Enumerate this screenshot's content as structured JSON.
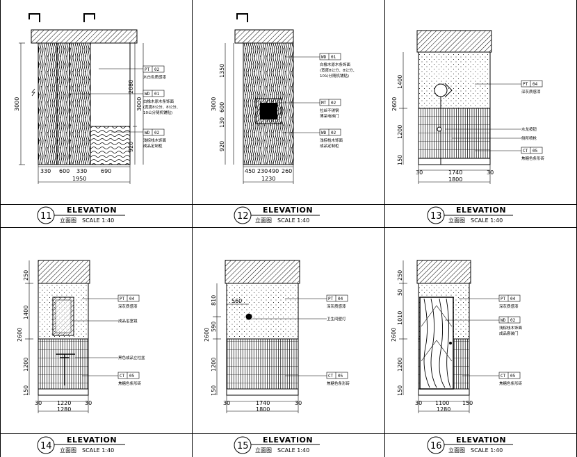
{
  "panels": [
    {
      "title": {
        "number": "11",
        "label": "ELEVATION",
        "sub": "立面图",
        "scale": "SCALE 1:40"
      },
      "height_dims": [
        "3000",
        "2080",
        "3000",
        "920"
      ],
      "width_dims": [
        "330",
        "600",
        "330",
        "690"
      ],
      "total_width": "1950",
      "callouts": [
        {
          "tag": "PT",
          "code": "02",
          "lines": [
            "木白色质感漆"
          ]
        },
        {
          "tag": "WD",
          "code": "01",
          "lines": [
            "白橡木原木条饰面",
            "(宽度8公分、8公分、",
            "10公分随机铺贴)"
          ]
        },
        {
          "tag": "WD",
          "code": "02",
          "lines": [
            "浅棕栈木饰面",
            "成品定制柜"
          ]
        }
      ]
    },
    {
      "title": {
        "number": "12",
        "label": "ELEVATION",
        "sub": "立面图",
        "scale": "SCALE 1:40"
      },
      "height_dims": [
        "1350",
        "3000",
        "600",
        "130",
        "920"
      ],
      "width_dims": [
        "450",
        "230",
        "490",
        "260"
      ],
      "total_width": "1230",
      "callouts": [
        {
          "tag": "WD",
          "code": "01",
          "lines": [
            "白橡木原木条饰面",
            "(宽度8公分、8公分、",
            "10公分随机铺贴)"
          ]
        },
        {
          "tag": "MT",
          "code": "02",
          "lines": [
            "拉丝不锈钢",
            "博采电梯门"
          ]
        },
        {
          "tag": "WD",
          "code": "02",
          "lines": [
            "浅棕栈木饰面",
            "成品定制柜"
          ]
        }
      ]
    },
    {
      "title": {
        "number": "13",
        "label": "ELEVATION",
        "sub": "立面图",
        "scale": "SCALE 1:40"
      },
      "height_dims": [
        "1400",
        "2600",
        "1200",
        "150"
      ],
      "width_dims": [
        "30",
        "1740",
        "30"
      ],
      "total_width": "1800",
      "callouts": [
        {
          "tag": "PT",
          "code": "04",
          "lines": [
            "深灰质感漆"
          ]
        },
        {
          "tag": "",
          "code": "",
          "lines": [
            "水龙按钮"
          ]
        },
        {
          "tag": "",
          "code": "",
          "lines": [
            "侧所喷枪"
          ]
        },
        {
          "tag": "CT",
          "code": "05",
          "lines": [
            "焦糖色条形砖"
          ]
        }
      ]
    },
    {
      "title": {
        "number": "14",
        "label": "ELEVATION",
        "sub": "立面图",
        "scale": "SCALE 1:40"
      },
      "height_dims": [
        "250",
        "1400",
        "2600",
        "1200",
        "150"
      ],
      "width_dims": [
        "30",
        "1220",
        "30"
      ],
      "total_width": "1280",
      "callouts": [
        {
          "tag": "PT",
          "code": "04",
          "lines": [
            "深灰质感漆"
          ]
        },
        {
          "tag": "",
          "code": "",
          "lines": [
            "成品浴室镜"
          ]
        },
        {
          "tag": "",
          "code": "",
          "lines": [
            "黑色成品立柱盆"
          ]
        },
        {
          "tag": "CT",
          "code": "05",
          "lines": [
            "焦糖色条形砖"
          ]
        }
      ]
    },
    {
      "title": {
        "number": "15",
        "label": "ELEVATION",
        "sub": "立面图",
        "scale": "SCALE 1:40"
      },
      "height_dims": [
        "810",
        "590",
        "2600",
        "1200",
        "150"
      ],
      "width_dims": [
        "30",
        "1740",
        "30"
      ],
      "total_width": "1800",
      "inner_dim": "560",
      "callouts": [
        {
          "tag": "PT",
          "code": "04",
          "lines": [
            "深灰质感漆"
          ]
        },
        {
          "tag": "",
          "code": "",
          "lines": [
            "卫生间壁灯"
          ]
        },
        {
          "tag": "CT",
          "code": "05",
          "lines": [
            "焦糖色条形砖"
          ]
        }
      ]
    },
    {
      "title": {
        "number": "16",
        "label": "ELEVATION",
        "sub": "立面图",
        "scale": "SCALE 1:40"
      },
      "height_dims": [
        "250",
        "50",
        "1010",
        "2600",
        "1200",
        "150"
      ],
      "width_dims": [
        "30",
        "1100",
        "150"
      ],
      "total_width": "1280",
      "callouts": [
        {
          "tag": "PT",
          "code": "04",
          "lines": [
            "深灰质感漆"
          ]
        },
        {
          "tag": "WD",
          "code": "02",
          "lines": [
            "浅棕栈木饰面",
            "成品套装门"
          ]
        },
        {
          "tag": "CT",
          "code": "05",
          "lines": [
            "焦糖色条形砖"
          ]
        }
      ]
    }
  ]
}
